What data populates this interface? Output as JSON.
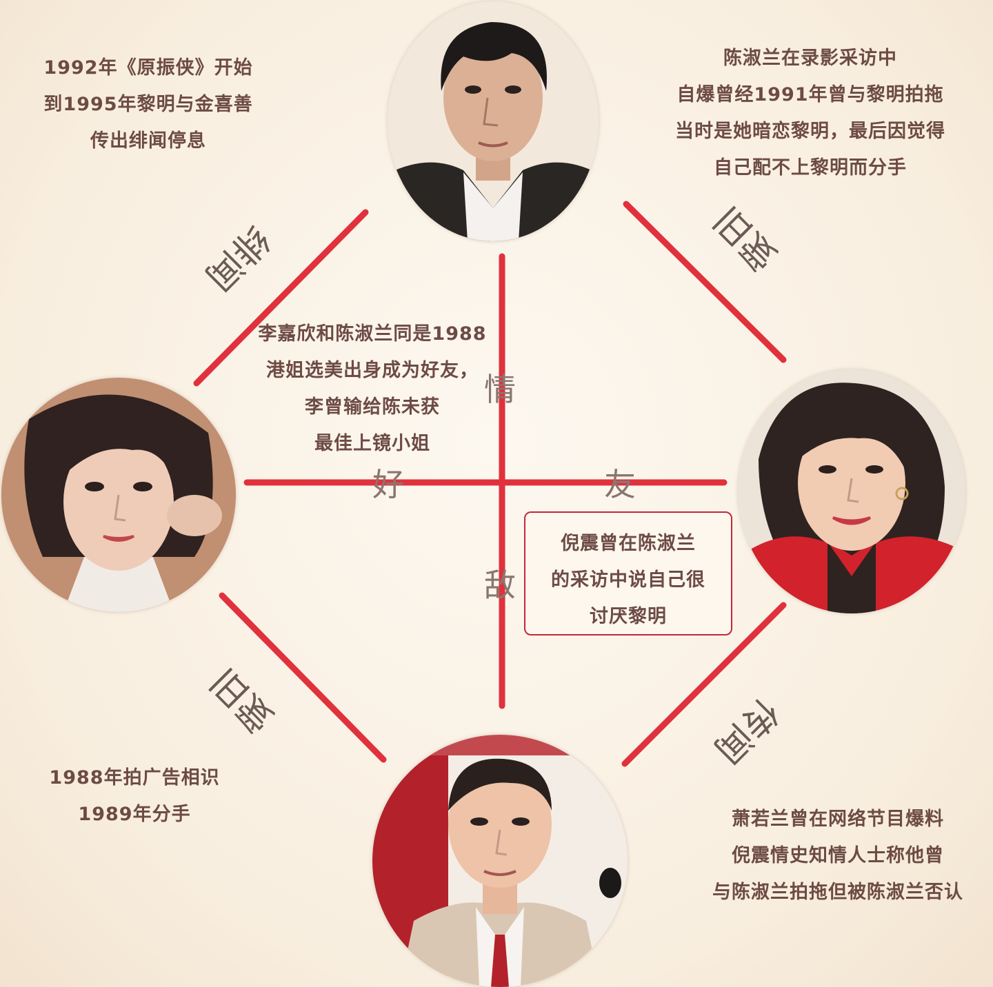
{
  "colors": {
    "background": "#fbf4ea",
    "line": "#e0313d",
    "text": "#6d4b45",
    "relation_text": "#6b5a55"
  },
  "notes": {
    "top_left": [
      "1992年《原振侠》开始",
      "到1995年黎明与金喜善",
      "传出绯闻停息"
    ],
    "top_right": [
      "陈淑兰在录影采访中",
      "自爆曾经1991年曾与黎明拍拖",
      "当时是她暗恋黎明，最后因觉得",
      "自己配不上黎明而分手"
    ],
    "center": [
      "李嘉欣和陈淑兰同是1988",
      "港姐选美出身成为好友，",
      "李曾输给陈未获",
      "最佳上镜小姐"
    ],
    "callout": [
      "倪震曾在陈淑兰",
      "的采访中说自己很",
      "讨厌黎明"
    ],
    "bottom_left": [
      "1988年拍广告相识",
      "1989年分手"
    ],
    "bottom_right": [
      "萧若兰曾在网络节目爆料",
      "倪震情史知情人士称他曾",
      "与陈淑兰拍拖但被陈淑兰否认"
    ]
  },
  "relations": {
    "top_left": "绯闻",
    "top_right": "旧爱",
    "bottom_left": "旧爱",
    "bottom_right": "传闻"
  },
  "center_labels": {
    "love": "情",
    "good": "好",
    "friend": "友",
    "enemy": "敌"
  }
}
